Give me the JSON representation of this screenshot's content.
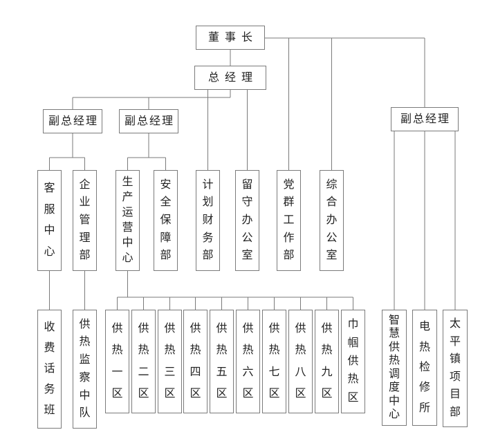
{
  "org": {
    "chairman": {
      "label": "董事长"
    },
    "gm": {
      "label": "总经理"
    },
    "dgm": [
      {
        "label": "副总经理"
      },
      {
        "label": "副总经理"
      },
      {
        "label": "副总经理"
      }
    ],
    "departments": [
      {
        "label": "客服中心"
      },
      {
        "label": "企业管理部"
      },
      {
        "label": "生产运营中心"
      },
      {
        "label": "安全保障部"
      },
      {
        "label": "计划财务部"
      },
      {
        "label": "留守办公室"
      },
      {
        "label": "党群工作部"
      },
      {
        "label": "综合办公室"
      }
    ],
    "units": [
      {
        "label": "收费话务班"
      },
      {
        "label": "供热监察中队"
      },
      {
        "label": "供热一区"
      },
      {
        "label": "供热二区"
      },
      {
        "label": "供热三区"
      },
      {
        "label": "供热四区"
      },
      {
        "label": "供热五区"
      },
      {
        "label": "供热六区"
      },
      {
        "label": "供热七区"
      },
      {
        "label": "供热八区"
      },
      {
        "label": "供热九区"
      },
      {
        "label": "巾帼供热区"
      },
      {
        "label": "智慧供热调度中心"
      },
      {
        "label": "电热检修所"
      },
      {
        "label": "太平镇项目部"
      }
    ],
    "colors": {
      "line": "#7a7a7a",
      "box_border": "#7a7a7a",
      "text": "#222222",
      "background": "#ffffff"
    }
  }
}
